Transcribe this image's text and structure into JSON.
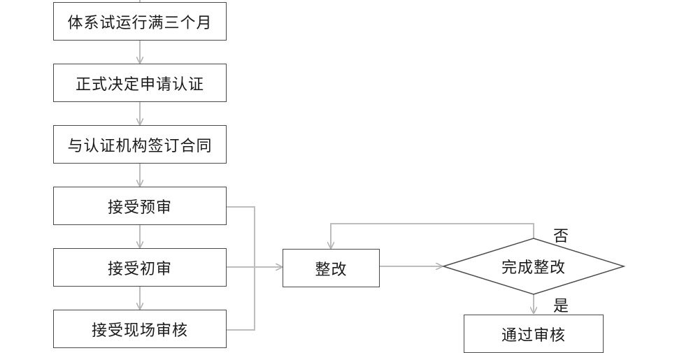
{
  "flowchart": {
    "steps": [
      "体系试运行满三个月",
      "正式决定申请认证",
      "与认证机构签订合同",
      "接受预审",
      "接受初审",
      "接受现场审核"
    ],
    "rectify": "整改",
    "decision": "完成整改",
    "decision_no": "否",
    "decision_yes": "是",
    "pass": "通过审核"
  },
  "colors": {
    "box_border": "#4a4a4a",
    "connector": "#b8b8b8",
    "text": "#1a1a1a"
  }
}
